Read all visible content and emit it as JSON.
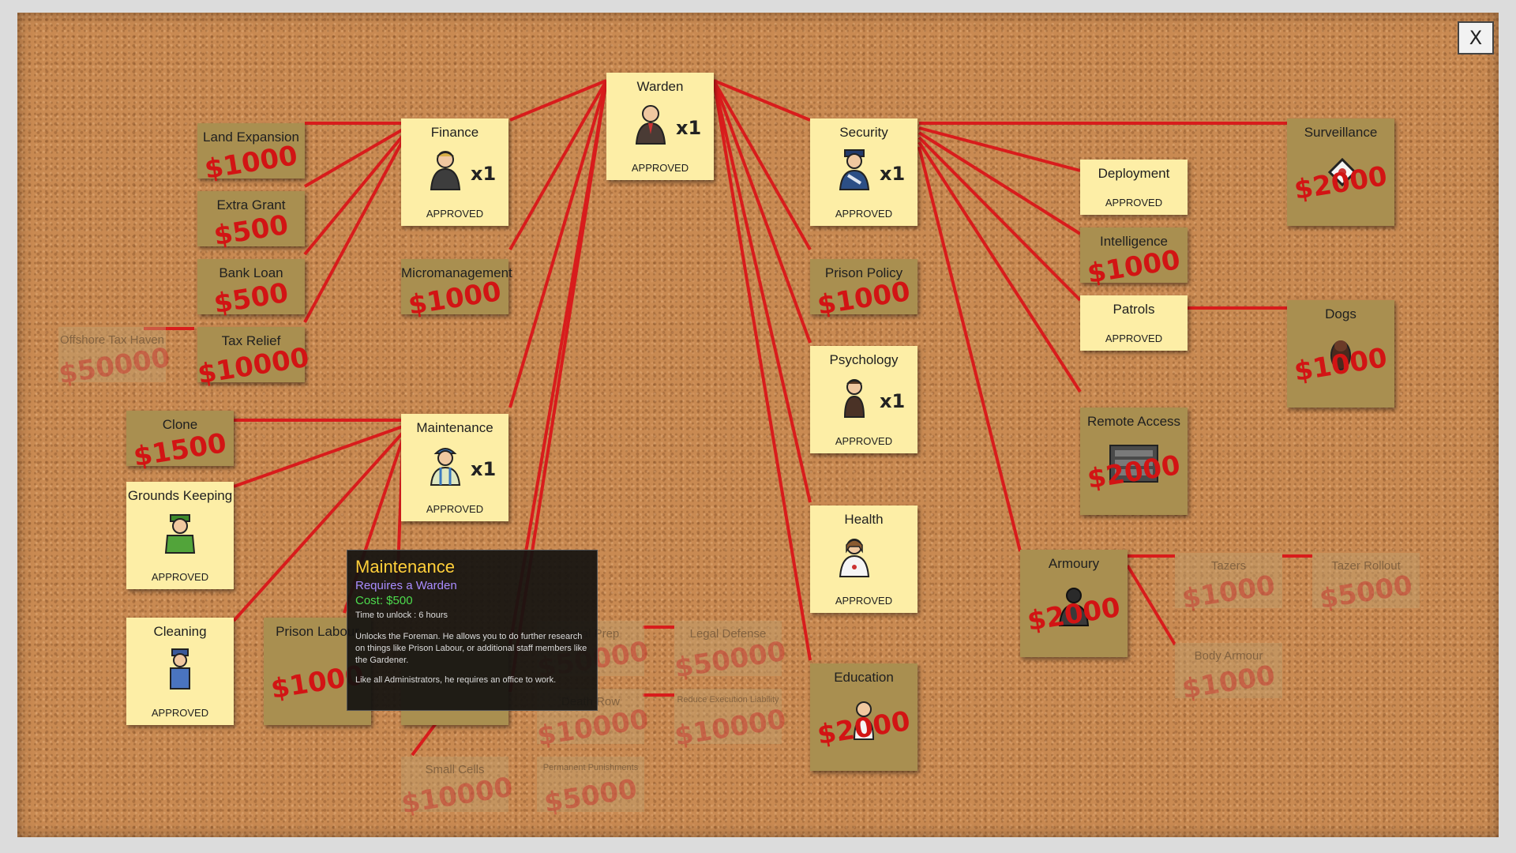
{
  "close_label": "X",
  "colors": {
    "line": "#d81c1c",
    "approved_note": "#fdeea6",
    "locked_note": "#a98f50",
    "cost": "#d21414"
  },
  "notes": {
    "warden": {
      "title": "Warden",
      "count": "x1",
      "status": "APPROVED",
      "icon": "warden-icon"
    },
    "finance": {
      "title": "Finance",
      "count": "x1",
      "status": "APPROVED",
      "icon": "accountant-icon"
    },
    "security": {
      "title": "Security",
      "count": "x1",
      "status": "APPROVED",
      "icon": "security-chief-icon"
    },
    "maintenance": {
      "title": "Maintenance",
      "count": "x1",
      "status": "APPROVED",
      "icon": "foreman-icon"
    },
    "psychology": {
      "title": "Psychology",
      "count": "x1",
      "status": "APPROVED",
      "icon": "psychologist-icon"
    },
    "health": {
      "title": "Health",
      "status": "APPROVED",
      "icon": "doctor-icon"
    },
    "deployment": {
      "title": "Deployment",
      "status": "APPROVED"
    },
    "patrols": {
      "title": "Patrols",
      "status": "APPROVED"
    },
    "grounds_keeping": {
      "title": "Grounds Keeping",
      "status": "APPROVED",
      "icon": "gardener-icon"
    },
    "cleaning": {
      "title": "Cleaning",
      "status": "APPROVED",
      "icon": "janitor-icon"
    },
    "land_expansion": {
      "title": "Land Expansion",
      "cost": "$1000"
    },
    "extra_grant": {
      "title": "Extra Grant",
      "cost": "$500"
    },
    "bank_loan": {
      "title": "Bank Loan",
      "cost": "$500"
    },
    "tax_relief": {
      "title": "Tax Relief",
      "cost": "$10000"
    },
    "offshore_tax_haven": {
      "title": "Offshore Tax Haven",
      "cost": "$50000"
    },
    "micromanagement": {
      "title": "Micromanagement",
      "cost": "$1000"
    },
    "prison_policy": {
      "title": "Prison Policy",
      "cost": "$1000"
    },
    "intelligence": {
      "title": "Intelligence",
      "cost": "$1000"
    },
    "surveillance": {
      "title": "Surveillance",
      "cost": "$2000",
      "icon": "camera-icon"
    },
    "dogs": {
      "title": "Dogs",
      "cost": "$1000",
      "icon": "dog-icon"
    },
    "remote_access": {
      "title": "Remote Access",
      "cost": "$2000",
      "icon": "door-control-icon"
    },
    "armoury": {
      "title": "Armoury",
      "cost": "$2000",
      "icon": "armed-guard-icon"
    },
    "tazers": {
      "title": "Tazers",
      "cost": "$1000"
    },
    "tazer_rollout": {
      "title": "Tazer Rollout",
      "cost": "$5000"
    },
    "body_armour": {
      "title": "Body Armour",
      "cost": "$1000"
    },
    "education": {
      "title": "Education",
      "cost": "$2000",
      "icon": "teacher-icon"
    },
    "clone": {
      "title": "Clone",
      "cost": "$1500"
    },
    "prison_labour": {
      "title": "Prison Labour",
      "cost": "$1000"
    },
    "legal_prep": {
      "title": "Legal Prep",
      "cost": "$50000"
    },
    "legal_defense": {
      "title": "Legal Defense",
      "cost": "$50000"
    },
    "death_row": {
      "title": "Death Row",
      "cost": "$10000"
    },
    "reduce_execution_liability": {
      "title": "Reduce Execution Liability",
      "cost": "$10000"
    },
    "small_cells": {
      "title": "Small Cells",
      "cost": "$10000"
    },
    "permanent_punishments": {
      "title": "Permanent Punishments",
      "cost": "$5000"
    }
  },
  "tooltip": {
    "title": "Maintenance",
    "requires": "Requires a Warden",
    "cost": "Cost: $500",
    "time": "Time to unlock : 6 hours",
    "description": "Unlocks the Foreman.  He allows you to do further research on things like Prison Labour, or additional staff members like the Gardener.",
    "extra": "Like all Administrators, he requires an office to work."
  }
}
